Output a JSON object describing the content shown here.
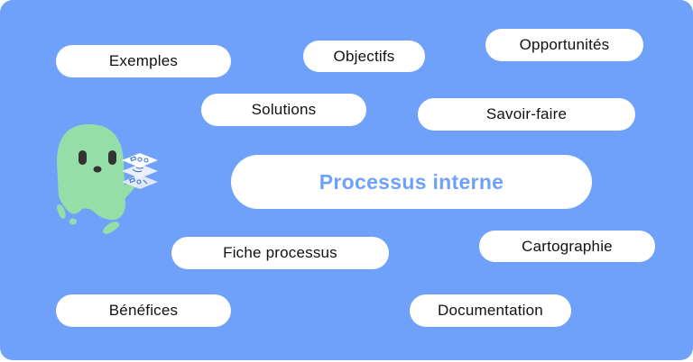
{
  "colors": {
    "background": "#6fa1fb",
    "pill": "#ffffff",
    "pill_text": "#111111",
    "accent_text": "#6fa1fb",
    "mascot": "#95dea7"
  },
  "center_tag": {
    "label": "Processus interne"
  },
  "tags": [
    {
      "label": "Exemples"
    },
    {
      "label": "Objectifs"
    },
    {
      "label": "Opportunités"
    },
    {
      "label": "Solutions"
    },
    {
      "label": "Savoir-faire"
    },
    {
      "label": "Fiche processus"
    },
    {
      "label": "Cartographie"
    },
    {
      "label": "Bénéfices"
    },
    {
      "label": "Documentation"
    }
  ],
  "mascot": {
    "icon": "ghost-holding-process-layers-icon"
  }
}
